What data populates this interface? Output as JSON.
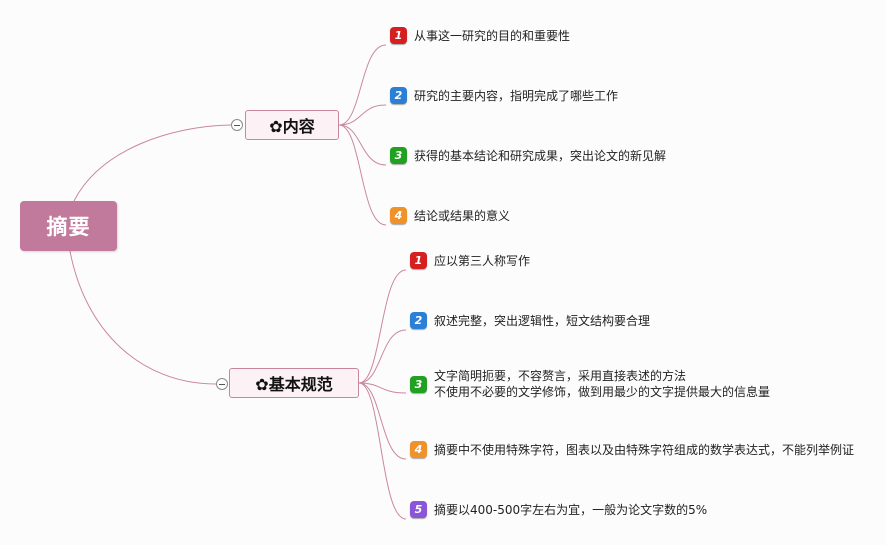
{
  "root": {
    "label": "摘要"
  },
  "branches": [
    {
      "label": "✿内容",
      "items": [
        {
          "num": "1",
          "lines": [
            "从事这一研究的目的和重要性"
          ]
        },
        {
          "num": "2",
          "lines": [
            "研究的主要内容，指明完成了哪些工作"
          ]
        },
        {
          "num": "3",
          "lines": [
            "获得的基本结论和研究成果，突出论文的新见解"
          ]
        },
        {
          "num": "4",
          "lines": [
            "结论或结果的意义"
          ]
        }
      ]
    },
    {
      "label": "✿基本规范",
      "items": [
        {
          "num": "1",
          "lines": [
            "应以第三人称写作"
          ]
        },
        {
          "num": "2",
          "lines": [
            "叙述完整，突出逻辑性，短文结构要合理"
          ]
        },
        {
          "num": "3",
          "lines": [
            "文字简明扼要，不容赘言，采用直接表述的方法",
            "不使用不必要的文学修饰，做到用最少的文字提供最大的信息量"
          ]
        },
        {
          "num": "4",
          "lines": [
            "摘要中不使用特殊字符，图表以及由特殊字符组成的数学表达式，不能列举例证"
          ]
        },
        {
          "num": "5",
          "lines": [
            "摘要以400-500字左右为宜，一般为论文字数的5%"
          ]
        }
      ]
    }
  ],
  "colors": {
    "root_fill": "#c27a9c",
    "branch_fill": "#fcf2f6",
    "branch_border": "#c9879f",
    "connector": "#c9879f",
    "marker_1": "#d42020",
    "marker_2": "#2a7fd6",
    "marker_3": "#22a022",
    "marker_4": "#f0922a",
    "marker_5": "#8a55d8"
  }
}
